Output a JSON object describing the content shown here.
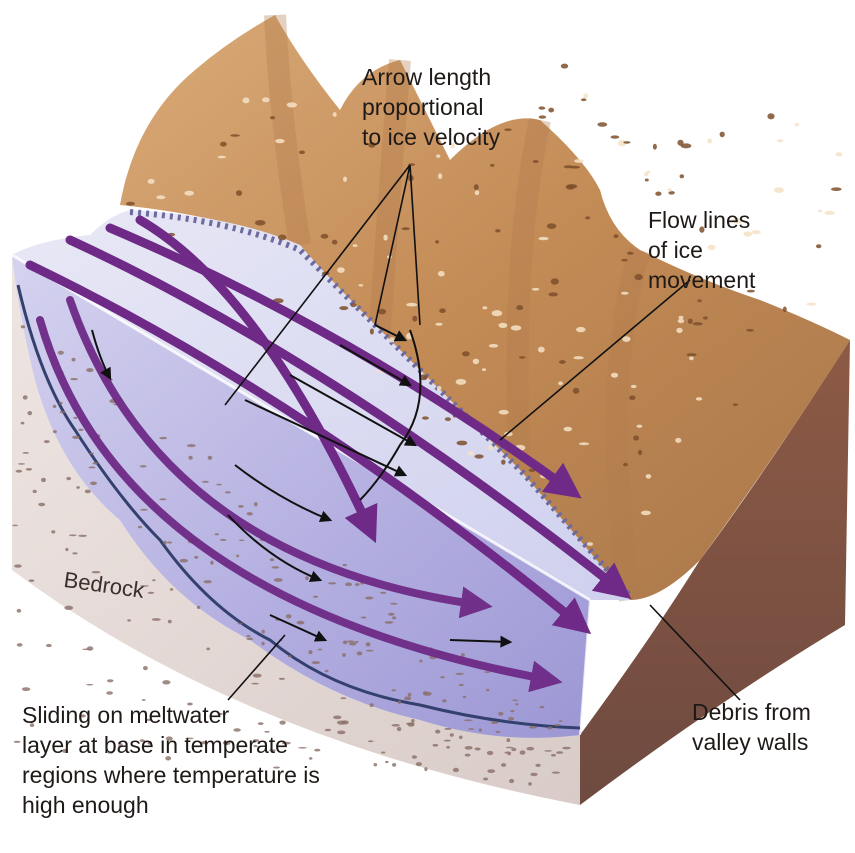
{
  "labels": {
    "arrow_length": "Arrow length\nproportional\nto ice velocity",
    "flow_lines": "Flow lines\nof ice\nmovement",
    "debris": "Debris from\nvalley walls",
    "sliding": "Sliding on meltwater\nlayer at base in temperate\nregions where temperature is\nhigh enough",
    "bedrock": "Bedrock"
  },
  "colors": {
    "valley_wall": "#c7915c",
    "valley_wall_dark": "#9c6a3e",
    "ice_surface": "#e4e4f4",
    "ice_side": "#b7b4e0",
    "flow_arrow": "#6e2a86",
    "bedrock": "#e8dcd8",
    "bedrock_speck": "#8a6e66"
  }
}
